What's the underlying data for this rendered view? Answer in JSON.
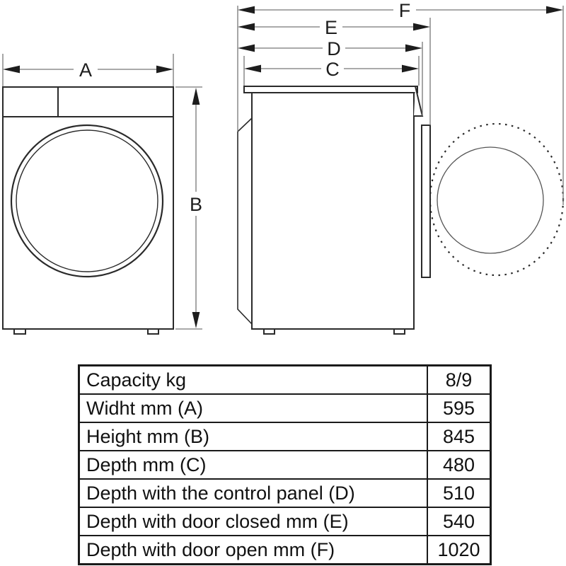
{
  "diagram": {
    "labels": {
      "A": "A",
      "B": "B",
      "C": "C",
      "D": "D",
      "E": "E",
      "F": "F"
    }
  },
  "table": {
    "rows": [
      {
        "label": "Capacity kg",
        "value": "8/9"
      },
      {
        "label": "Widht mm (A)",
        "value": "595"
      },
      {
        "label": "Height mm (B)",
        "value": "845"
      },
      {
        "label": "Depth mm (C)",
        "value": "480"
      },
      {
        "label": "Depth with the control panel (D)",
        "value": "510"
      },
      {
        "label": "Depth with door closed mm (E)",
        "value": "540"
      },
      {
        "label": "Depth with door open mm (F)",
        "value": "1020"
      }
    ]
  },
  "colors": {
    "ink": "#1d1d1d",
    "dimension_line": "#777777",
    "background": "#ffffff"
  }
}
